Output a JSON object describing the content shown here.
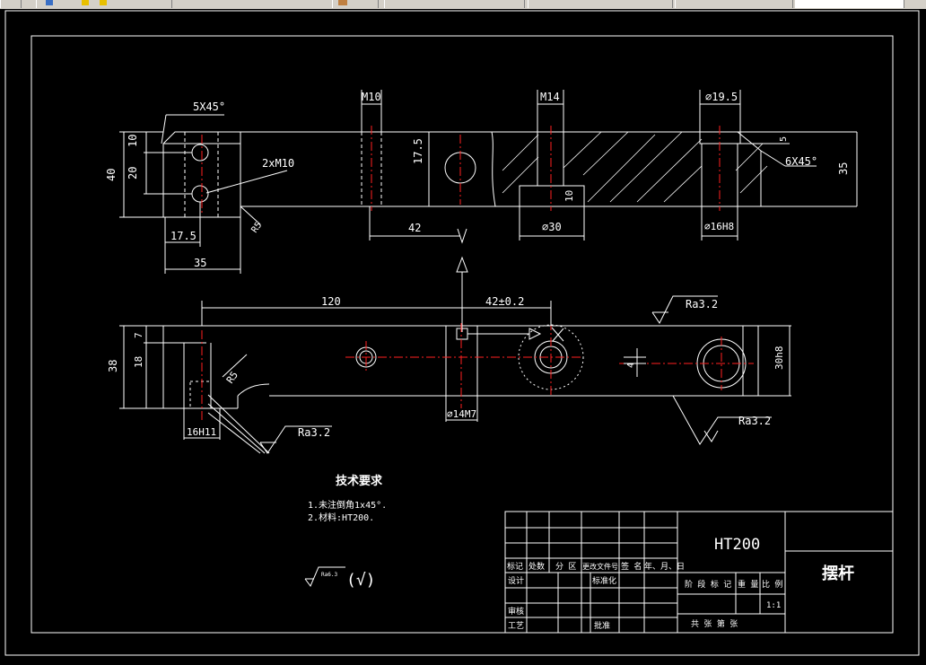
{
  "app": {
    "toolbar_icons": [
      "layer-icon",
      "lightbulb-icon",
      "sun-icon",
      "lock-icon",
      "color-swatch-icon"
    ]
  },
  "drawing": {
    "dims": {
      "chamfer_5x45": "5X45°",
      "d10": "10",
      "d20": "20",
      "d40": "40",
      "tap_2xm10": "2xM10",
      "d17_5_left": "17.5",
      "d35_left": "35",
      "r5_top": "R5",
      "m10": "M10",
      "d17_5_mid": "17.5",
      "d42": "42",
      "m14": "M14",
      "d10_mid": "10",
      "phi30": "⌀30",
      "phi19_5": "⌀19.5",
      "d5": "5",
      "chamfer_6x45": "6X45°",
      "d35_right": "35",
      "phi16h8": "⌀16H8",
      "d120": "120",
      "d42_tol": "42±0.2",
      "ra32_top": "Ra3.2",
      "d7": "7",
      "d18": "18",
      "d38": "38",
      "r5_bottom": "R5",
      "d4": "4",
      "d30h8": "30h8",
      "phi14m7": "⌀14M7",
      "d16h11": "16H11",
      "ra32_left": "Ra3.2",
      "ra32_right": "Ra3.2"
    },
    "notes": {
      "title": "技术要求",
      "line1": "1.未注倒角1x45°.",
      "line2": "2.材料:HT200."
    },
    "roughness_general": "Ra6.3",
    "roughness_paren": "(√)"
  },
  "title_block": {
    "material": "HT200",
    "part_name": "摆杆",
    "rev_headers": [
      "标记",
      "处数",
      "分 区",
      "更改文件号",
      "签 名",
      "年、月、日"
    ],
    "design": "设计",
    "standardize": "标准化",
    "review": "审核",
    "process": "工艺",
    "approve": "批准",
    "stage_mark": "阶 段 标 记",
    "weight": "重 量",
    "scale_label": "比 例",
    "scale_value": "1:1",
    "sheets": "共   张   第   张"
  }
}
